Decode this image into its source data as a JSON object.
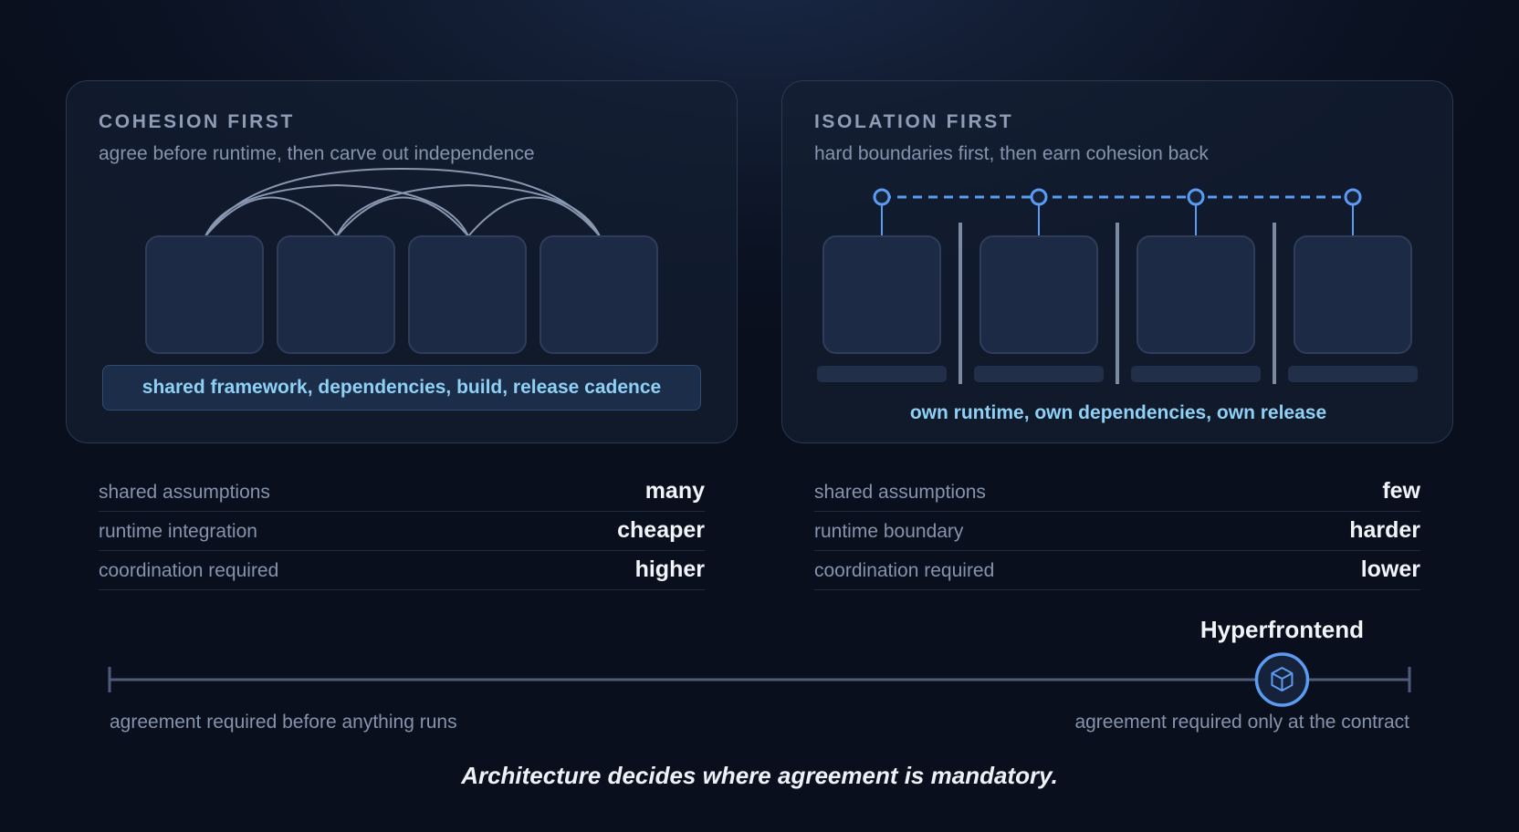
{
  "cohesion": {
    "title": "COHESION FIRST",
    "subtitle": "agree before runtime, then carve out independence",
    "shared_label": "shared framework, dependencies, build, release cadence",
    "metrics": [
      {
        "label": "shared assumptions",
        "value": "many"
      },
      {
        "label": "runtime integration",
        "value": "cheaper"
      },
      {
        "label": "coordination required",
        "value": "higher"
      }
    ]
  },
  "isolation": {
    "title": "ISOLATION FIRST",
    "subtitle": "hard boundaries first, then earn cohesion back",
    "own_label": "own runtime, own dependencies, own release",
    "metrics": [
      {
        "label": "shared assumptions",
        "value": "few"
      },
      {
        "label": "runtime boundary",
        "value": "harder"
      },
      {
        "label": "coordination required",
        "value": "lower"
      }
    ]
  },
  "spectrum": {
    "left_label": "agreement required before anything runs",
    "right_label": "agreement required only at the contract",
    "marker_label": "Hyperfrontend",
    "marker_icon": "cube-icon",
    "marker_position": 0.902
  },
  "tagline": "Architecture decides where agreement is mandatory.",
  "colors": {
    "accent_blue": "#5b9cf2",
    "caption_cyan": "#8fd0f5",
    "box_fill": "#1d2a45",
    "box_stroke": "#2f3d5a"
  }
}
